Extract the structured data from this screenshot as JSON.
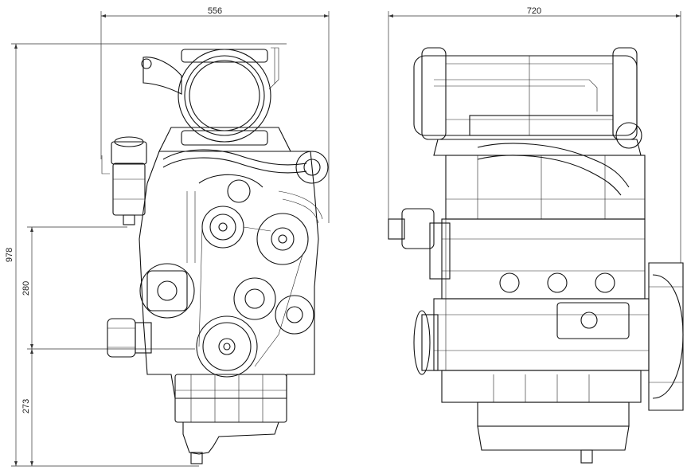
{
  "dimensions": {
    "front_width": "556",
    "side_length": "720",
    "overall_height": "978",
    "pulley_height": "280",
    "base_height": "273"
  },
  "colors": {
    "ink": "#111111",
    "paper": "#ffffff"
  }
}
